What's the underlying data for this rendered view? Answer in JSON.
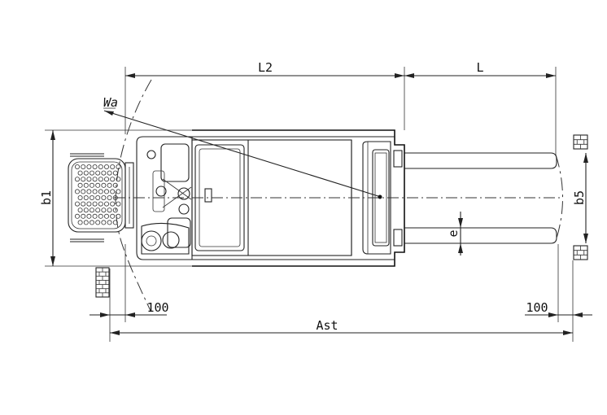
{
  "dimensions": {
    "l2": "L2",
    "l": "L",
    "wa": "Wa",
    "b1": "b1",
    "b5": "b5",
    "e": "e",
    "clearance_left": "100",
    "clearance_right": "100",
    "ast": "Ast"
  }
}
